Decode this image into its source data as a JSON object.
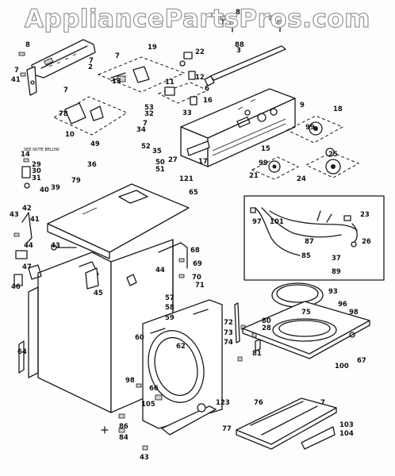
{
  "watermark": "AppliancePartsPros.com",
  "panel_caption": "SEE NOTE BELOW",
  "callouts": [
    {
      "id": "c8a",
      "t": "8"
    },
    {
      "id": "c7a",
      "t": "7"
    },
    {
      "id": "c2",
      "t": "2"
    },
    {
      "id": "c7b",
      "t": "7"
    },
    {
      "id": "c41a",
      "t": "41"
    },
    {
      "id": "c8b",
      "t": "8"
    },
    {
      "id": "c88",
      "t": "88"
    },
    {
      "id": "c3",
      "t": "3"
    },
    {
      "id": "c7c",
      "t": "7"
    },
    {
      "id": "c19",
      "t": "19"
    },
    {
      "id": "c22",
      "t": "22"
    },
    {
      "id": "c12",
      "t": "12"
    },
    {
      "id": "c13",
      "t": "13"
    },
    {
      "id": "c6",
      "t": "6"
    },
    {
      "id": "c16",
      "t": "16"
    },
    {
      "id": "c11",
      "t": "11"
    },
    {
      "id": "c7d",
      "t": "7"
    },
    {
      "id": "c78",
      "t": "78"
    },
    {
      "id": "c10",
      "t": "10"
    },
    {
      "id": "c53",
      "t": "53"
    },
    {
      "id": "c32",
      "t": "32"
    },
    {
      "id": "c33",
      "t": "33"
    },
    {
      "id": "c7e",
      "t": "7"
    },
    {
      "id": "c34",
      "t": "34"
    },
    {
      "id": "c9",
      "t": "9"
    },
    {
      "id": "c18",
      "t": "18"
    },
    {
      "id": "c99a",
      "t": "99"
    },
    {
      "id": "c15",
      "t": "15"
    },
    {
      "id": "c14",
      "t": "14"
    },
    {
      "id": "c29",
      "t": "29"
    },
    {
      "id": "c30",
      "t": "30"
    },
    {
      "id": "c31",
      "t": "31"
    },
    {
      "id": "c49",
      "t": "49"
    },
    {
      "id": "c52",
      "t": "52"
    },
    {
      "id": "c35",
      "t": "35"
    },
    {
      "id": "c27",
      "t": "27"
    },
    {
      "id": "c36",
      "t": "36"
    },
    {
      "id": "c50",
      "t": "50"
    },
    {
      "id": "c51",
      "t": "51"
    },
    {
      "id": "c17",
      "t": "17"
    },
    {
      "id": "c99b",
      "t": "99"
    },
    {
      "id": "c21",
      "t": "21"
    },
    {
      "id": "c25",
      "t": "25"
    },
    {
      "id": "c24",
      "t": "24"
    },
    {
      "id": "c121",
      "t": "121"
    },
    {
      "id": "c65",
      "t": "65"
    },
    {
      "id": "c40",
      "t": "40"
    },
    {
      "id": "c39",
      "t": "39"
    },
    {
      "id": "c79",
      "t": "79"
    },
    {
      "id": "c43a",
      "t": "43"
    },
    {
      "id": "c42",
      "t": "42"
    },
    {
      "id": "c41b",
      "t": "41"
    },
    {
      "id": "c97",
      "t": "97"
    },
    {
      "id": "c101",
      "t": "101"
    },
    {
      "id": "c23",
      "t": "23"
    },
    {
      "id": "c26",
      "t": "26"
    },
    {
      "id": "c87",
      "t": "87"
    },
    {
      "id": "c85",
      "t": "85"
    },
    {
      "id": "c37",
      "t": "37"
    },
    {
      "id": "c89",
      "t": "89"
    },
    {
      "id": "c44a",
      "t": "44"
    },
    {
      "id": "c43b",
      "t": "43"
    },
    {
      "id": "c47",
      "t": "47"
    },
    {
      "id": "c46",
      "t": "46"
    },
    {
      "id": "c45",
      "t": "45"
    },
    {
      "id": "c68",
      "t": "68"
    },
    {
      "id": "c69",
      "t": "69"
    },
    {
      "id": "c70",
      "t": "70"
    },
    {
      "id": "c71",
      "t": "71"
    },
    {
      "id": "c44b",
      "t": "44"
    },
    {
      "id": "c93",
      "t": "93"
    },
    {
      "id": "c96",
      "t": "96"
    },
    {
      "id": "c98a",
      "t": "98"
    },
    {
      "id": "c75",
      "t": "75"
    },
    {
      "id": "c57",
      "t": "57"
    },
    {
      "id": "c58",
      "t": "58"
    },
    {
      "id": "c59",
      "t": "59"
    },
    {
      "id": "c60",
      "t": "60"
    },
    {
      "id": "c62",
      "t": "62"
    },
    {
      "id": "c72",
      "t": "72"
    },
    {
      "id": "c80",
      "t": "80"
    },
    {
      "id": "c28",
      "t": "28"
    },
    {
      "id": "c73",
      "t": "73"
    },
    {
      "id": "c74",
      "t": "74"
    },
    {
      "id": "c81",
      "t": "81"
    },
    {
      "id": "c67",
      "t": "67"
    },
    {
      "id": "c100",
      "t": "100"
    },
    {
      "id": "c64",
      "t": "64"
    },
    {
      "id": "c98b",
      "t": "98"
    },
    {
      "id": "c105",
      "t": "105"
    },
    {
      "id": "c66",
      "t": "66"
    },
    {
      "id": "c123",
      "t": "123"
    },
    {
      "id": "c76",
      "t": "76"
    },
    {
      "id": "c7f",
      "t": "7"
    },
    {
      "id": "c86",
      "t": "86"
    },
    {
      "id": "c84",
      "t": "84"
    },
    {
      "id": "c77",
      "t": "77"
    },
    {
      "id": "c103",
      "t": "103"
    },
    {
      "id": "c104",
      "t": "104"
    },
    {
      "id": "c43c",
      "t": "43"
    }
  ]
}
